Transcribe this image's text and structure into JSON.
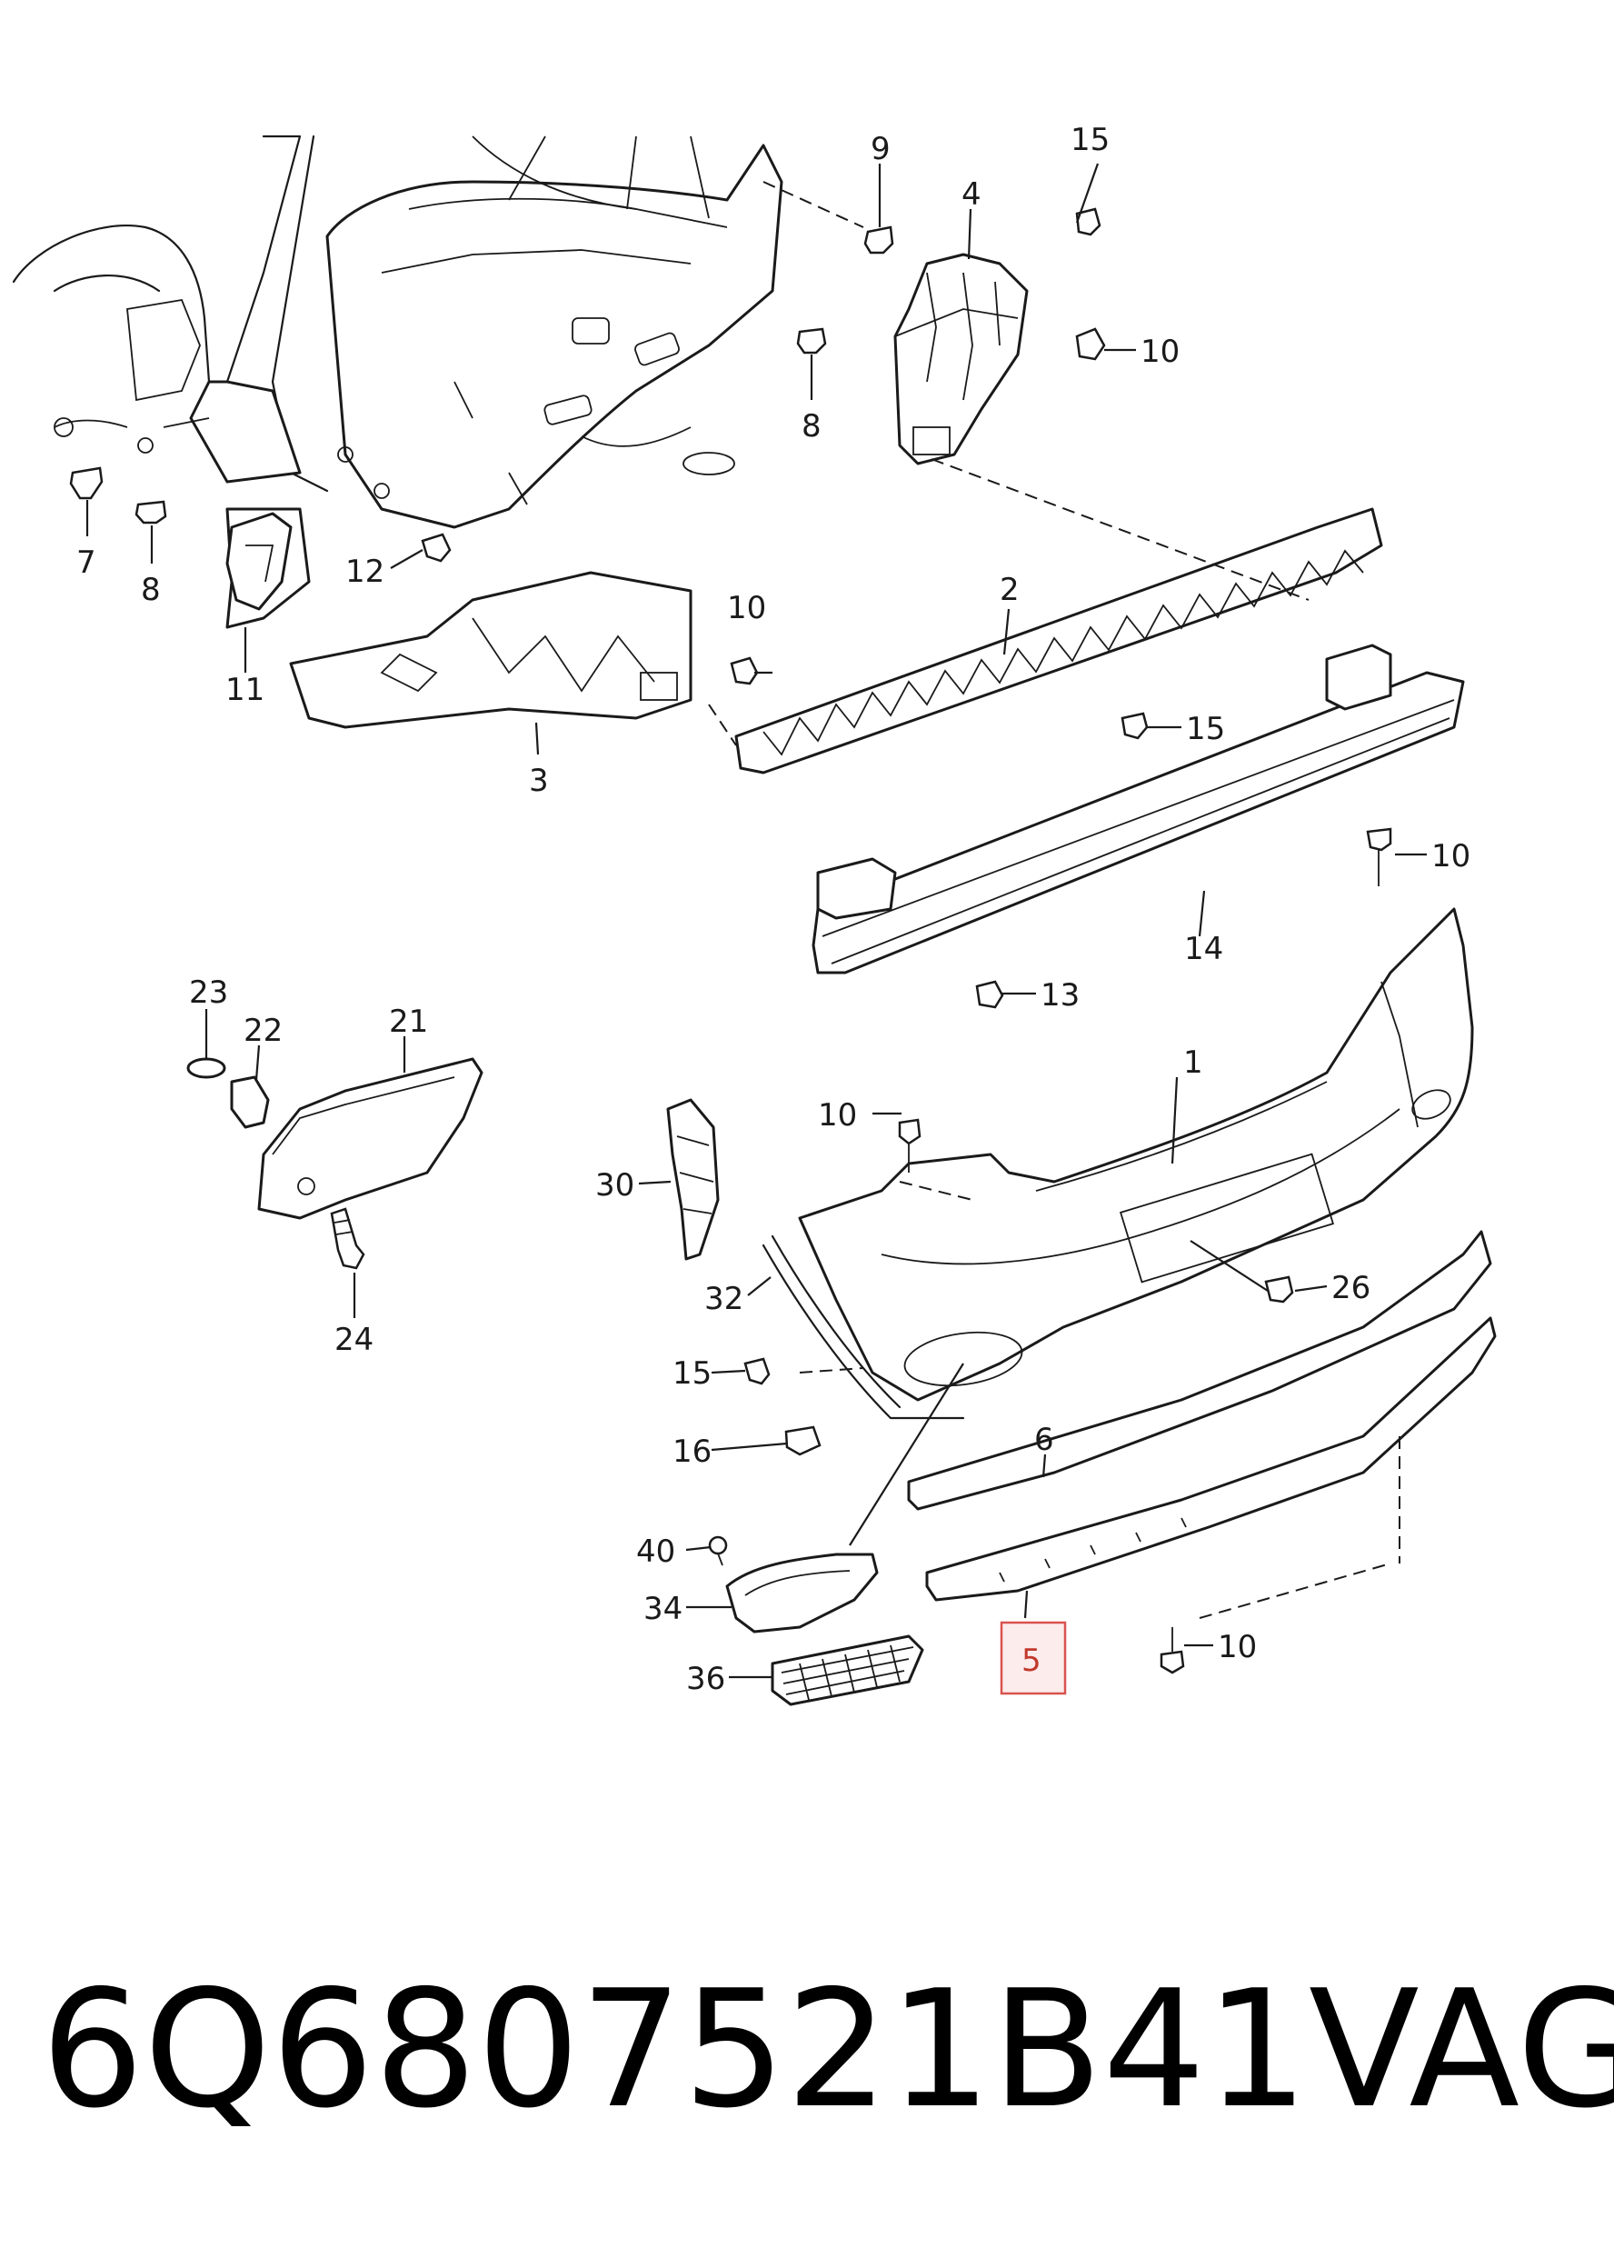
{
  "footer": {
    "part_number": "6Q6807521B41",
    "brand": "VAG"
  },
  "callouts": {
    "c1": "1",
    "c2": "2",
    "c3": "3",
    "c4": "4",
    "c5": "5",
    "c6": "6",
    "c7": "7",
    "c8a": "8",
    "c8b": "8",
    "c9": "9",
    "c10a": "10",
    "c10b": "10",
    "c10c": "10",
    "c10d": "10",
    "c10e": "10",
    "c11": "11",
    "c12": "12",
    "c13": "13",
    "c14": "14",
    "c15a": "15",
    "c15b": "15",
    "c15c": "15",
    "c16": "16",
    "c21": "21",
    "c22": "22",
    "c23": "23",
    "c24": "24",
    "c26": "26",
    "c30": "30",
    "c32": "32",
    "c34": "34",
    "c36": "36",
    "c40": "40"
  },
  "highlighted_part": "5",
  "colors": {
    "line": "#1a1a1a",
    "highlight_fill": "#fdecec",
    "highlight_stroke": "#d9534f",
    "highlight_text": "#c0392b"
  }
}
